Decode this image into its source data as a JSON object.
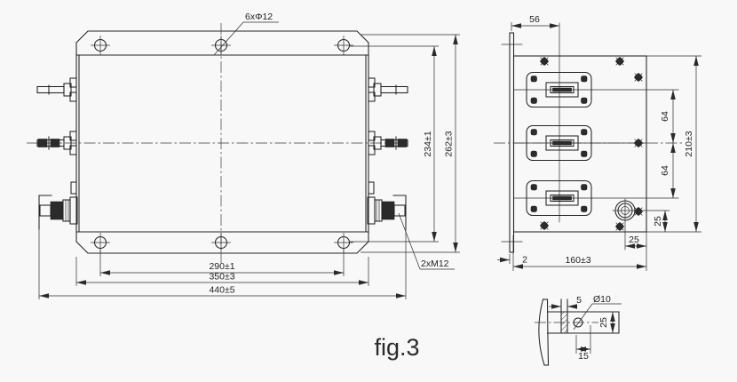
{
  "figure_label": "fig.3",
  "front_view": {
    "hole_callout": "6xΦ12",
    "stud_callout": "2xM12",
    "dim_hole_spacing_h": "290±1",
    "dim_flange_width": "350±3",
    "dim_overall_width": "440±5",
    "dim_hole_spacing_v": "234±1",
    "dim_flange_height": "262±3"
  },
  "side_view": {
    "dim_terminal_offset": "56",
    "dim_pitch_upper": "64",
    "dim_pitch_lower": "64",
    "dim_body_height": "210±3",
    "dim_stud_from_bottom": "25",
    "dim_stud_from_front": "25",
    "dim_depth": "160±3",
    "dim_plate_thickness": "2"
  },
  "detail_view": {
    "dim_tab_thickness": "5",
    "dim_hole_diameter": "Ø10",
    "dim_tab_width": "25",
    "dim_hole_offset": "15"
  },
  "colors": {
    "line": "#242424",
    "background": "#f8f8f8"
  }
}
